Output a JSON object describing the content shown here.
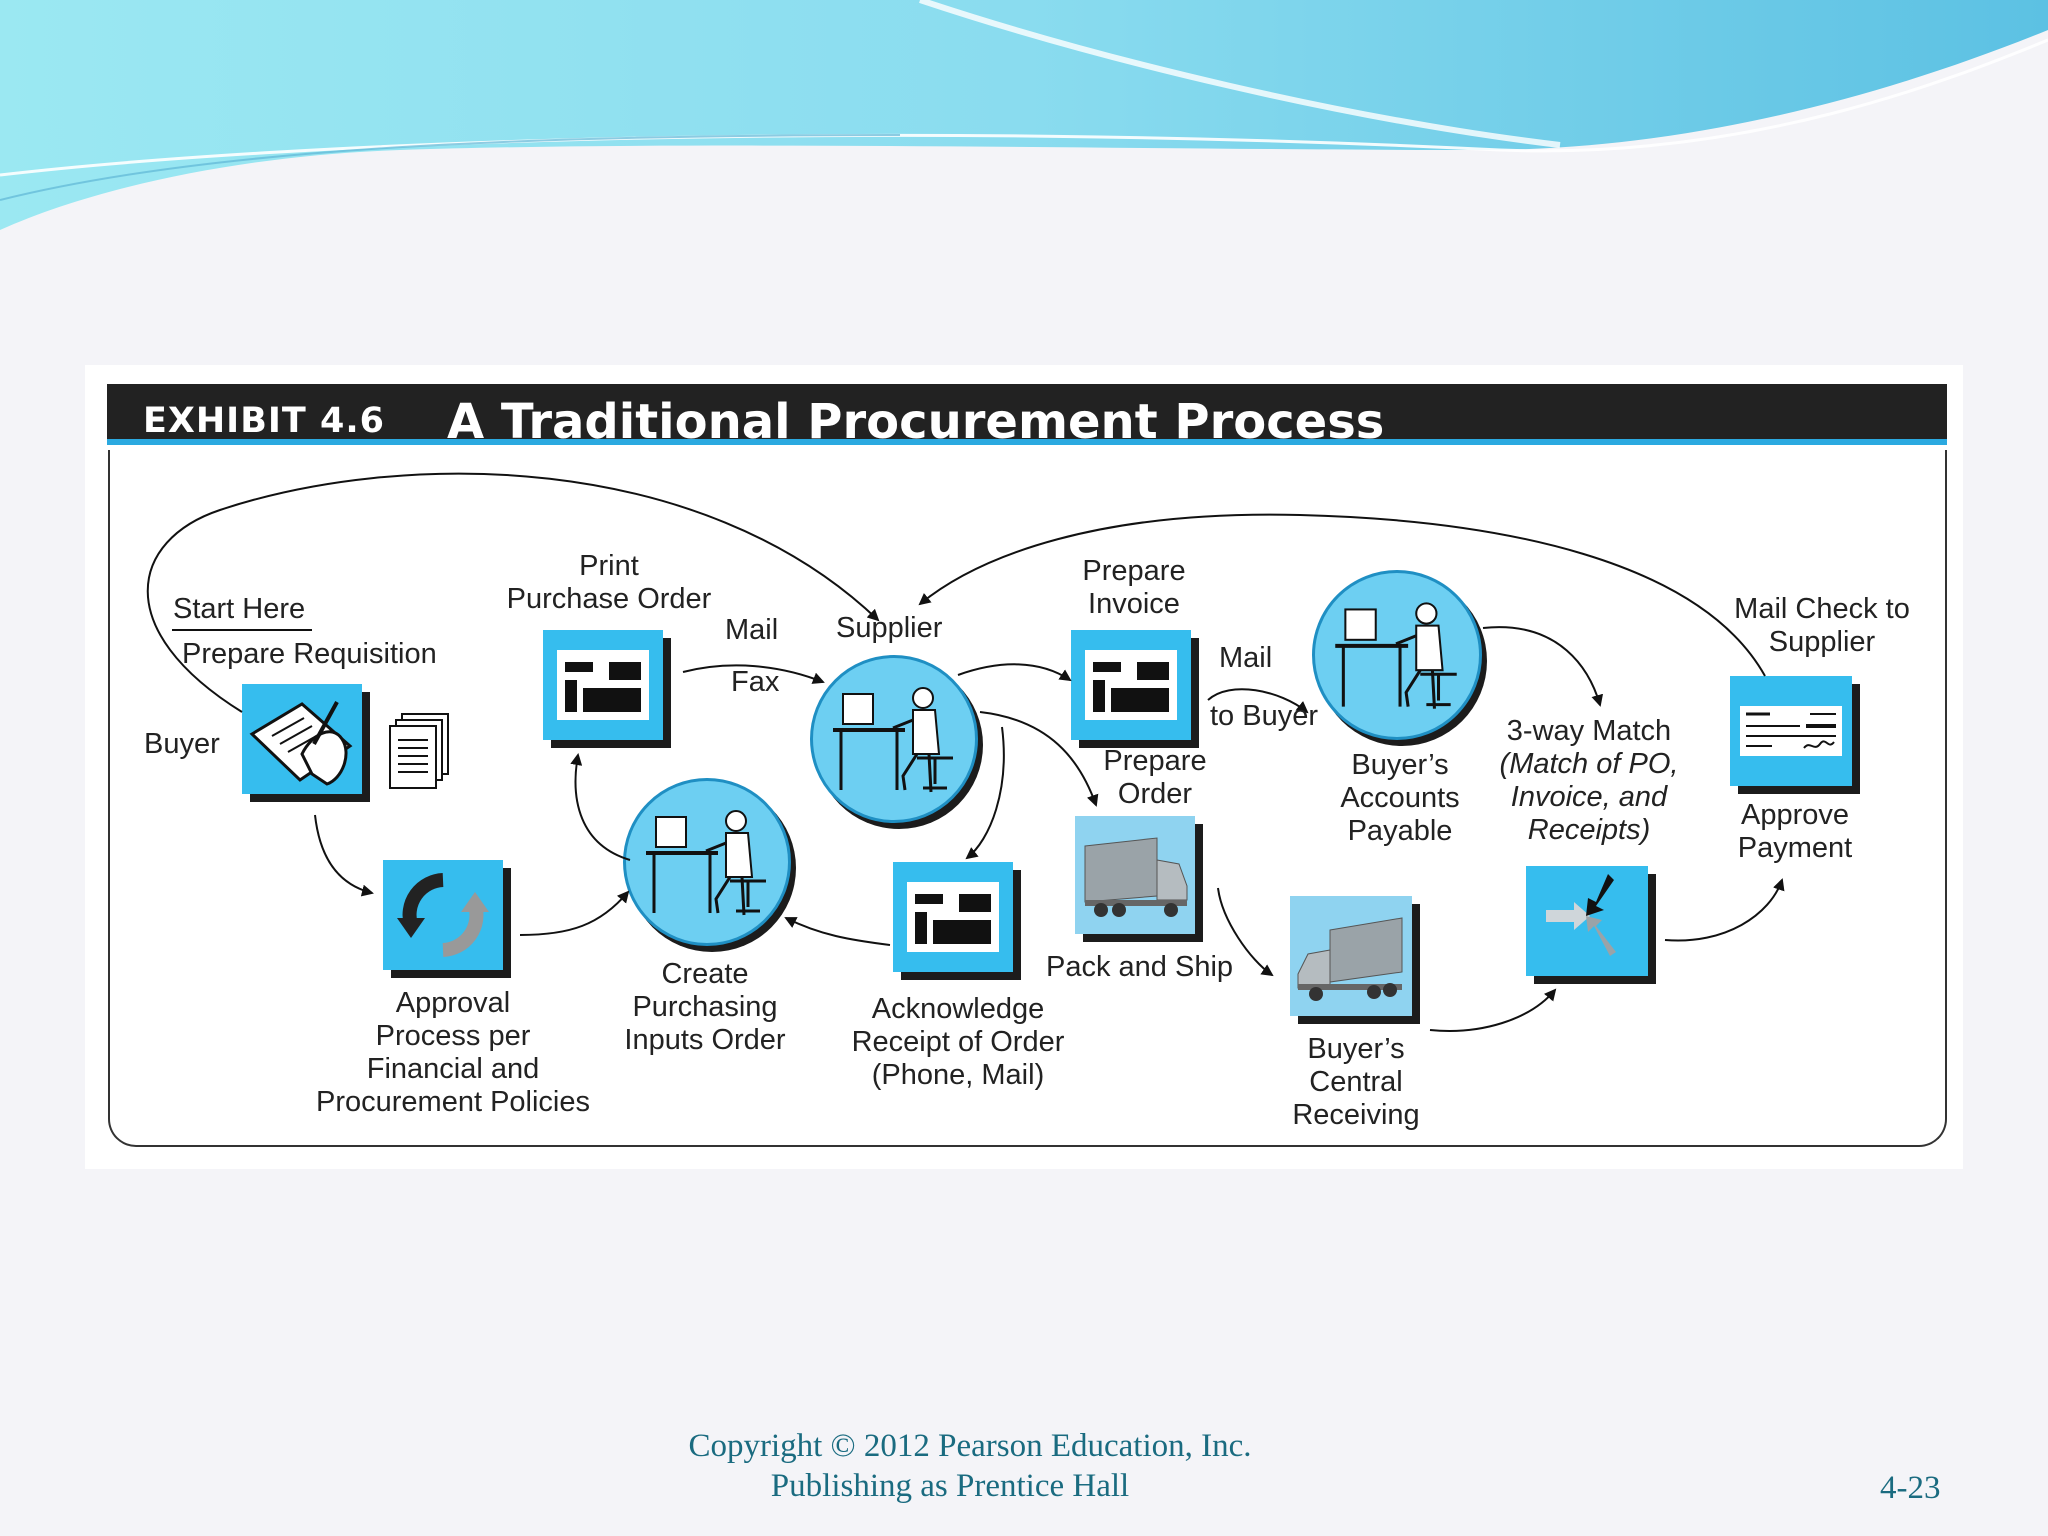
{
  "exhibit": {
    "number": "EXHIBIT 4.6",
    "title": "A Traditional Procurement Process"
  },
  "labels": {
    "start_here": "Start Here",
    "prepare_requisition": "Prepare Requisition",
    "buyer": "Buyer",
    "print_po": [
      "Print",
      "Purchase Order"
    ],
    "mail_1": "Mail",
    "fax": "Fax",
    "supplier": "Supplier",
    "prepare_invoice": [
      "Prepare",
      "Invoice"
    ],
    "mail_2": "Mail",
    "to_buyer": "to Buyer",
    "prepare_order": [
      "Prepare",
      "Order"
    ],
    "accounts_payable": [
      "Buyer’s",
      "Accounts",
      "Payable"
    ],
    "three_way_match": [
      "3-way Match",
      "(Match of PO,",
      "Invoice, and",
      "Receipts)"
    ],
    "mail_check": [
      "Mail Check to",
      "Supplier"
    ],
    "approve_payment": [
      "Approve",
      "Payment"
    ],
    "approval_process": [
      "Approval",
      "Process per",
      "Financial and",
      "Procurement Policies"
    ],
    "create_order": [
      "Create",
      "Purchasing",
      "Inputs Order"
    ],
    "acknowledge_receipt": [
      "Acknowledge",
      "Receipt of Order",
      "(Phone, Mail)"
    ],
    "pack_and_ship": "Pack and Ship",
    "central_receiving": [
      "Buyer’s",
      "Central",
      "Receiving"
    ]
  },
  "icons": {
    "requisition": "hand-writing-icon",
    "documents": "document-stack-icon",
    "approval": "refresh-cycle-icon",
    "purchase_order": "form-document-icon",
    "supplier": "person-at-computer-icon",
    "create_order": "person-at-computer-icon",
    "acknowledge": "form-document-icon",
    "invoice": "form-document-icon",
    "truck_ship": "delivery-truck-icon",
    "truck_receive": "delivery-truck-icon",
    "accounts_payable": "person-at-computer-icon",
    "match": "converging-arrows-icon",
    "check": "bank-check-icon"
  },
  "colors": {
    "accent": "#36bdee",
    "header": "#222222",
    "footer_text": "#1a6b80"
  },
  "footer": {
    "copyright_line1": "Copyright © 2012 Pearson Education, Inc.",
    "copyright_line2": "Publishing as Prentice Hall",
    "page_number": "4-23"
  }
}
